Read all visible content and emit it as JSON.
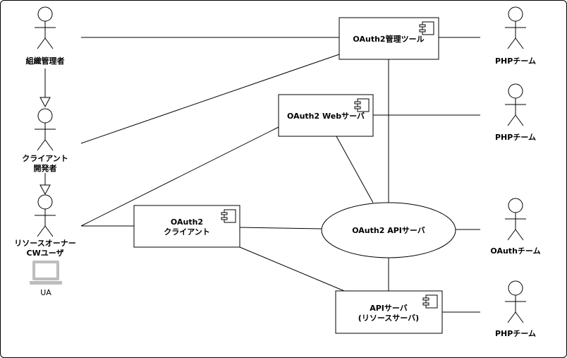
{
  "actors": {
    "org_admin": "組織管理者",
    "client_dev_line1": "クライアント",
    "client_dev_line2": "開発者",
    "owner_line1": "リソースオーナー",
    "owner_line2": "CWユーザ",
    "ua": "UA",
    "php_team_1": "PHPチーム",
    "php_team_2": "PHPチーム",
    "oauth_team": "OAuthチーム",
    "php_team_3": "PHPチーム"
  },
  "components": {
    "admin_tool": "OAuth2管理ツール",
    "web_server": "OAuth2 Webサーバ",
    "client_line1": "OAuth2",
    "client_line2": "クライアント",
    "api_server": "OAuth2 APIサーバ",
    "resource_line1": "APIサーバ",
    "resource_line2": "(リソースサーバ)"
  }
}
